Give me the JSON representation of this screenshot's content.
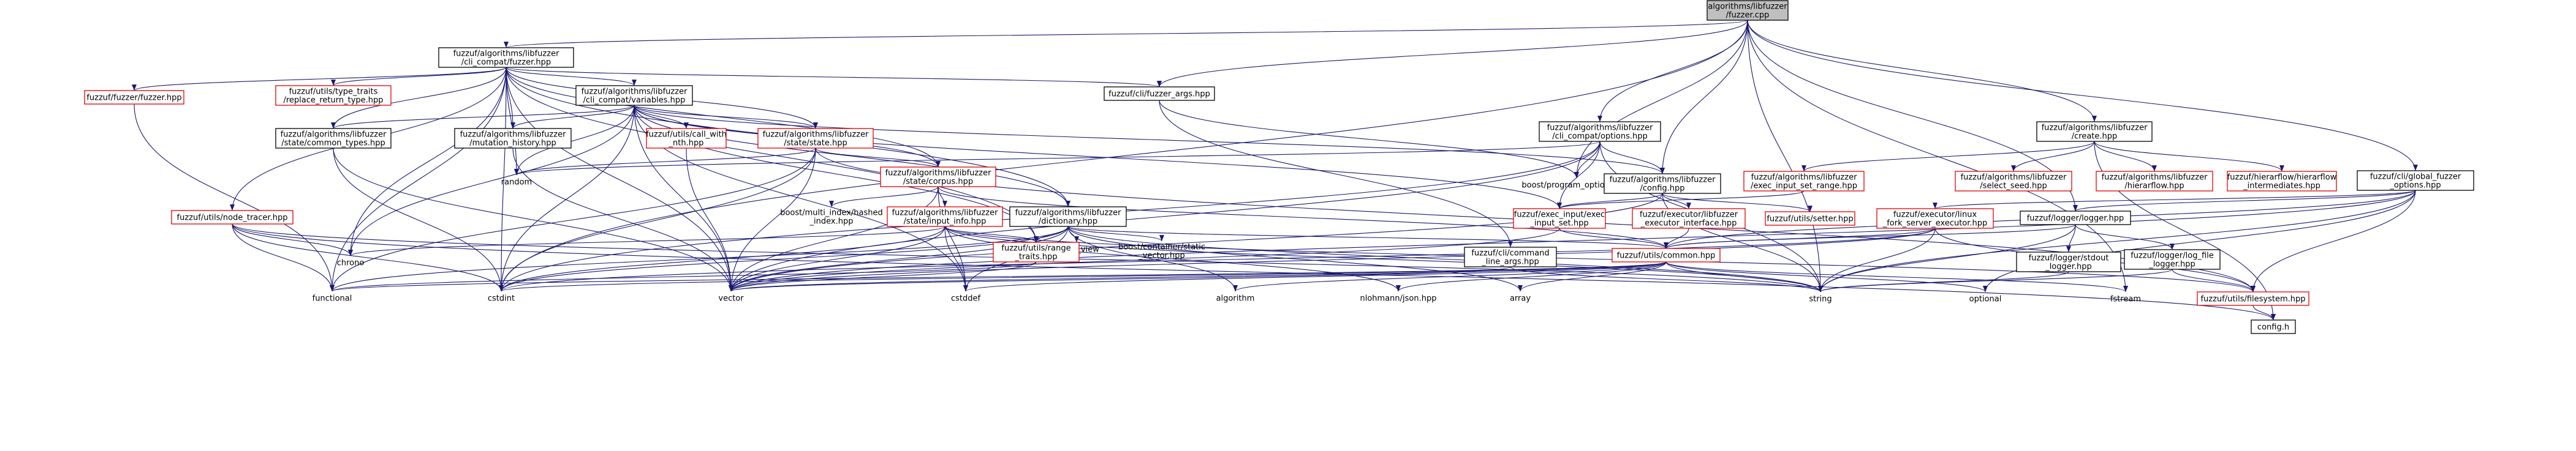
{
  "graph": {
    "nodes": [
      {
        "id": "root",
        "lines": [
          "algorithms/libfuzzer",
          "/fuzzer.cpp"
        ],
        "style": "root"
      },
      {
        "id": "cli_fuzzer",
        "lines": [
          "fuzzuf/algorithms/libfuzzer",
          "/cli_compat/fuzzer.hpp"
        ],
        "style": "black"
      },
      {
        "id": "fuzzer_hpp",
        "lines": [
          "fuzzuf/fuzzer/fuzzer.hpp"
        ],
        "style": "red"
      },
      {
        "id": "type_traits",
        "lines": [
          "fuzzuf/utils/type_traits",
          "/replace_return_type.hpp"
        ],
        "style": "red"
      },
      {
        "id": "variables",
        "lines": [
          "fuzzuf/algorithms/libfuzzer",
          "/cli_compat/variables.hpp"
        ],
        "style": "black"
      },
      {
        "id": "fuzzer_args",
        "lines": [
          "fuzzuf/cli/fuzzer_args.hpp"
        ],
        "style": "black"
      },
      {
        "id": "cli_options",
        "lines": [
          "fuzzuf/algorithms/libfuzzer",
          "/cli_compat/options.hpp"
        ],
        "style": "black"
      },
      {
        "id": "create",
        "lines": [
          "fuzzuf/algorithms/libfuzzer",
          "/create.hpp"
        ],
        "style": "black"
      },
      {
        "id": "global_opts",
        "lines": [
          "fuzzuf/cli/global_fuzzer",
          "_options.hpp"
        ],
        "style": "black"
      },
      {
        "id": "common_types",
        "lines": [
          "fuzzuf/algorithms/libfuzzer",
          "/state/common_types.hpp"
        ],
        "style": "black"
      },
      {
        "id": "mutation_hist",
        "lines": [
          "fuzzuf/algorithms/libfuzzer",
          "/mutation_history.hpp"
        ],
        "style": "black"
      },
      {
        "id": "call_with_nth",
        "lines": [
          "fuzzuf/utils/call_with",
          "_nth.hpp"
        ],
        "style": "red"
      },
      {
        "id": "state_hpp",
        "lines": [
          "fuzzuf/algorithms/libfuzzer",
          "/state/state.hpp"
        ],
        "style": "red"
      },
      {
        "id": "random",
        "lines": [
          "random"
        ],
        "style": "plain"
      },
      {
        "id": "prog_opts",
        "lines": [
          "boost/program_options.hpp"
        ],
        "style": "plain"
      },
      {
        "id": "config_lf",
        "lines": [
          "fuzzuf/algorithms/libfuzzer",
          "/config.hpp"
        ],
        "style": "black"
      },
      {
        "id": "corpus",
        "lines": [
          "fuzzuf/algorithms/libfuzzer",
          "/state/corpus.hpp"
        ],
        "style": "red"
      },
      {
        "id": "node_tracer",
        "lines": [
          "fuzzuf/utils/node_tracer.hpp"
        ],
        "style": "red"
      },
      {
        "id": "exec_range",
        "lines": [
          "fuzzuf/algorithms/libfuzzer",
          "/exec_input_set_range.hpp"
        ],
        "style": "red"
      },
      {
        "id": "select_seed",
        "lines": [
          "fuzzuf/algorithms/libfuzzer",
          "/select_seed.hpp"
        ],
        "style": "red"
      },
      {
        "id": "hierarflow",
        "lines": [
          "fuzzuf/algorithms/libfuzzer",
          "/hierarflow.hpp"
        ],
        "style": "red"
      },
      {
        "id": "hf_inter",
        "lines": [
          "fuzzuf/hierarflow/hierarflow",
          "_intermediates.hpp"
        ],
        "style": "red"
      },
      {
        "id": "multi_index",
        "lines": [
          "boost/multi_index/hashed",
          "_index.hpp"
        ],
        "style": "plain"
      },
      {
        "id": "input_info",
        "lines": [
          "fuzzuf/algorithms/libfuzzer",
          "/state/input_info.hpp"
        ],
        "style": "red"
      },
      {
        "id": "dictionary",
        "lines": [
          "fuzzuf/algorithms/libfuzzer",
          "/dictionary.hpp"
        ],
        "style": "black"
      },
      {
        "id": "exec_input_set",
        "lines": [
          "fuzzuf/exec_input/exec",
          "_input_set.hpp"
        ],
        "style": "red"
      },
      {
        "id": "exec_iface",
        "lines": [
          "fuzzuf/executor/libfuzzer",
          "_executor_interface.hpp"
        ],
        "style": "red"
      },
      {
        "id": "setter",
        "lines": [
          "fuzzuf/utils/setter.hpp"
        ],
        "style": "red"
      },
      {
        "id": "fork_server",
        "lines": [
          "fuzzuf/executor/linux",
          "_fork_server_executor.hpp"
        ],
        "style": "red"
      },
      {
        "id": "logger",
        "lines": [
          "fuzzuf/logger/logger.hpp"
        ],
        "style": "black"
      },
      {
        "id": "string_view",
        "lines": [
          "string_view"
        ],
        "style": "plain"
      },
      {
        "id": "static_vector",
        "lines": [
          "boost/container/static",
          "_vector.hpp"
        ],
        "style": "plain"
      },
      {
        "id": "range_traits",
        "lines": [
          "fuzzuf/utils/range",
          "_traits.hpp"
        ],
        "style": "red"
      },
      {
        "id": "cmd_line",
        "lines": [
          "fuzzuf/cli/command",
          "_line_args.hpp"
        ],
        "style": "black"
      },
      {
        "id": "common_hpp",
        "lines": [
          "fuzzuf/utils/common.hpp"
        ],
        "style": "red"
      },
      {
        "id": "stdout_logger",
        "lines": [
          "fuzzuf/logger/stdout",
          "_logger.hpp"
        ],
        "style": "black"
      },
      {
        "id": "file_logger",
        "lines": [
          "fuzzuf/logger/log_file",
          "_logger.hpp"
        ],
        "style": "black"
      },
      {
        "id": "chrono",
        "lines": [
          "chrono"
        ],
        "style": "plain"
      },
      {
        "id": "functional",
        "lines": [
          "functional"
        ],
        "style": "plain"
      },
      {
        "id": "cstdint",
        "lines": [
          "cstdint"
        ],
        "style": "plain"
      },
      {
        "id": "vector",
        "lines": [
          "vector"
        ],
        "style": "plain"
      },
      {
        "id": "cstddef",
        "lines": [
          "cstddef"
        ],
        "style": "plain"
      },
      {
        "id": "algorithm",
        "lines": [
          "algorithm"
        ],
        "style": "plain"
      },
      {
        "id": "nlohmann",
        "lines": [
          "nlohmann/json.hpp"
        ],
        "style": "plain"
      },
      {
        "id": "array",
        "lines": [
          "array"
        ],
        "style": "plain"
      },
      {
        "id": "string",
        "lines": [
          "string"
        ],
        "style": "plain"
      },
      {
        "id": "optional",
        "lines": [
          "optional"
        ],
        "style": "plain"
      },
      {
        "id": "fstream",
        "lines": [
          "fstream"
        ],
        "style": "plain"
      },
      {
        "id": "filesystem",
        "lines": [
          "fuzzuf/utils/filesystem.hpp"
        ],
        "style": "red"
      },
      {
        "id": "config_h",
        "lines": [
          "config.h"
        ],
        "style": "black"
      }
    ],
    "edges": [
      [
        "root",
        "cli_fuzzer"
      ],
      [
        "root",
        "fuzzer_args"
      ],
      [
        "root",
        "cli_options"
      ],
      [
        "root",
        "create"
      ],
      [
        "root",
        "global_opts"
      ],
      [
        "root",
        "config_lf"
      ],
      [
        "root",
        "prog_opts"
      ],
      [
        "root",
        "cstdint"
      ],
      [
        "root",
        "string"
      ],
      [
        "root",
        "fstream"
      ],
      [
        "root",
        "logger"
      ],
      [
        "cli_fuzzer",
        "fuzzer_hpp"
      ],
      [
        "cli_fuzzer",
        "type_traits"
      ],
      [
        "cli_fuzzer",
        "variables"
      ],
      [
        "cli_fuzzer",
        "fuzzer_args"
      ],
      [
        "cli_fuzzer",
        "common_types"
      ],
      [
        "cli_fuzzer",
        "mutation_hist"
      ],
      [
        "cli_fuzzer",
        "state_hpp"
      ],
      [
        "cli_fuzzer",
        "corpus"
      ],
      [
        "cli_fuzzer",
        "dictionary"
      ],
      [
        "cli_fuzzer",
        "node_tracer"
      ],
      [
        "cli_fuzzer",
        "random"
      ],
      [
        "cli_fuzzer",
        "chrono"
      ],
      [
        "cli_fuzzer",
        "functional"
      ],
      [
        "cli_fuzzer",
        "cstdint"
      ],
      [
        "cli_fuzzer",
        "vector"
      ],
      [
        "cli_fuzzer",
        "range_traits"
      ],
      [
        "fuzzer_hpp",
        "functional"
      ],
      [
        "variables",
        "common_types"
      ],
      [
        "variables",
        "mutation_hist"
      ],
      [
        "variables",
        "call_with_nth"
      ],
      [
        "variables",
        "state_hpp"
      ],
      [
        "variables",
        "corpus"
      ],
      [
        "variables",
        "dictionary"
      ],
      [
        "variables",
        "random"
      ],
      [
        "variables",
        "chrono"
      ],
      [
        "variables",
        "cstdint"
      ],
      [
        "variables",
        "vector"
      ],
      [
        "variables",
        "cstddef"
      ],
      [
        "variables",
        "config_lf"
      ],
      [
        "variables",
        "exec_input_set"
      ],
      [
        "variables",
        "range_traits"
      ],
      [
        "fuzzer_args",
        "prog_opts"
      ],
      [
        "fuzzer_args",
        "cmd_line"
      ],
      [
        "cli_options",
        "prog_opts"
      ],
      [
        "cli_options",
        "config_lf"
      ],
      [
        "cli_options",
        "exec_input_set"
      ],
      [
        "cli_options",
        "random"
      ],
      [
        "cli_options",
        "cstdint"
      ],
      [
        "cli_options",
        "vector"
      ],
      [
        "cli_options",
        "string"
      ],
      [
        "create",
        "exec_range"
      ],
      [
        "create",
        "select_seed"
      ],
      [
        "create",
        "hierarflow"
      ],
      [
        "create",
        "hf_inter"
      ],
      [
        "create",
        "config_h"
      ],
      [
        "global_opts",
        "logger"
      ],
      [
        "global_opts",
        "fork_server"
      ],
      [
        "global_opts",
        "common_hpp"
      ],
      [
        "global_opts",
        "string"
      ],
      [
        "global_opts",
        "optional"
      ],
      [
        "global_opts",
        "filesystem"
      ],
      [
        "global_opts",
        "vector"
      ],
      [
        "common_types",
        "vector"
      ],
      [
        "common_types",
        "cstdint"
      ],
      [
        "mutation_hist",
        "vector"
      ],
      [
        "call_with_nth",
        "vector"
      ],
      [
        "state_hpp",
        "corpus"
      ],
      [
        "state_hpp",
        "random"
      ],
      [
        "state_hpp",
        "functional"
      ],
      [
        "state_hpp",
        "vector"
      ],
      [
        "state_hpp",
        "cstdint"
      ],
      [
        "state_hpp",
        "filesystem"
      ],
      [
        "config_lf",
        "exec_input_set"
      ],
      [
        "config_lf",
        "exec_iface"
      ],
      [
        "config_lf",
        "setter"
      ],
      [
        "config_lf",
        "string"
      ],
      [
        "config_lf",
        "vector"
      ],
      [
        "corpus",
        "multi_index"
      ],
      [
        "corpus",
        "input_info"
      ],
      [
        "corpus",
        "cstddef"
      ],
      [
        "corpus",
        "vector"
      ],
      [
        "corpus",
        "common_hpp"
      ],
      [
        "node_tracer",
        "chrono"
      ],
      [
        "node_tracer",
        "functional"
      ],
      [
        "node_tracer",
        "cstdint"
      ],
      [
        "node_tracer",
        "config_h"
      ],
      [
        "node_tracer",
        "string"
      ],
      [
        "exec_range",
        "exec_input_set"
      ],
      [
        "input_info",
        "chrono"
      ],
      [
        "input_info",
        "cstdint"
      ],
      [
        "input_info",
        "vector"
      ],
      [
        "input_info",
        "cstddef"
      ],
      [
        "input_info",
        "range_traits"
      ],
      [
        "input_info",
        "nlohmann"
      ],
      [
        "input_info",
        "filesystem"
      ],
      [
        "input_info",
        "string"
      ],
      [
        "dictionary",
        "string_view"
      ],
      [
        "dictionary",
        "static_vector"
      ],
      [
        "dictionary",
        "range_traits"
      ],
      [
        "dictionary",
        "common_hpp"
      ],
      [
        "dictionary",
        "algorithm"
      ],
      [
        "dictionary",
        "array"
      ],
      [
        "dictionary",
        "cstdint"
      ],
      [
        "dictionary",
        "vector"
      ],
      [
        "dictionary",
        "cstddef"
      ],
      [
        "dictionary",
        "string"
      ],
      [
        "dictionary",
        "functional"
      ],
      [
        "exec_input_set",
        "common_hpp"
      ],
      [
        "exec_input_set",
        "vector"
      ],
      [
        "exec_iface",
        "common_hpp"
      ],
      [
        "fork_server",
        "common_hpp"
      ],
      [
        "fork_server",
        "cstdint"
      ],
      [
        "fork_server",
        "vector"
      ],
      [
        "fork_server",
        "string"
      ],
      [
        "fork_server",
        "filesystem"
      ],
      [
        "logger",
        "common_hpp"
      ],
      [
        "logger",
        "stdout_logger"
      ],
      [
        "logger",
        "file_logger"
      ],
      [
        "logger",
        "string"
      ],
      [
        "range_traits",
        "vector"
      ],
      [
        "range_traits",
        "functional"
      ],
      [
        "cmd_line",
        "string"
      ],
      [
        "cmd_line",
        "vector"
      ],
      [
        "common_hpp",
        "functional"
      ],
      [
        "common_hpp",
        "cstdint"
      ],
      [
        "common_hpp",
        "vector"
      ],
      [
        "common_hpp",
        "cstddef"
      ],
      [
        "common_hpp",
        "algorithm"
      ],
      [
        "common_hpp",
        "nlohmann"
      ],
      [
        "common_hpp",
        "array"
      ],
      [
        "common_hpp",
        "string"
      ],
      [
        "common_hpp",
        "optional"
      ],
      [
        "common_hpp",
        "fstream"
      ],
      [
        "stdout_logger",
        "string"
      ],
      [
        "file_logger",
        "string"
      ],
      [
        "file_logger",
        "filesystem"
      ],
      [
        "filesystem",
        "config_h"
      ]
    ]
  }
}
